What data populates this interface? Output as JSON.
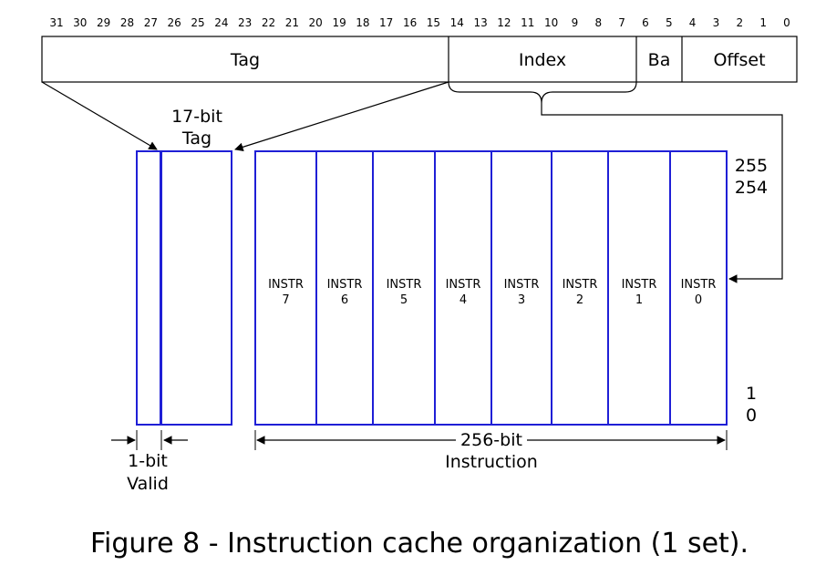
{
  "bit_numbers": [
    "31",
    "30",
    "29",
    "28",
    "27",
    "26",
    "25",
    "24",
    "23",
    "22",
    "21",
    "20",
    "19",
    "18",
    "17",
    "16",
    "15",
    "14",
    "13",
    "12",
    "11",
    "10",
    "9",
    "8",
    "7",
    "6",
    "5",
    "4",
    "3",
    "2",
    "1",
    "0"
  ],
  "address_fields": [
    "Tag",
    "Index",
    "Ba",
    "Offset"
  ],
  "tag_label": [
    "17-bit",
    "Tag"
  ],
  "instructions": [
    {
      "name": "INSTR",
      "num": "7"
    },
    {
      "name": "INSTR",
      "num": "6"
    },
    {
      "name": "INSTR",
      "num": "5"
    },
    {
      "name": "INSTR",
      "num": "4"
    },
    {
      "name": "INSTR",
      "num": "3"
    },
    {
      "name": "INSTR",
      "num": "2"
    },
    {
      "name": "INSTR",
      "num": "1"
    },
    {
      "name": "INSTR",
      "num": "0"
    }
  ],
  "row_labels": {
    "top": [
      "255",
      "254"
    ],
    "bottom": [
      "1",
      "0"
    ]
  },
  "valid_label": [
    "1-bit",
    "Valid"
  ],
  "instruction_width_label": [
    "256-bit",
    "Instruction"
  ],
  "caption": "Figure 8 - Instruction cache organization (1 set).",
  "colors": {
    "cache_lines": "#1f1fd6",
    "lines": "#000000"
  }
}
